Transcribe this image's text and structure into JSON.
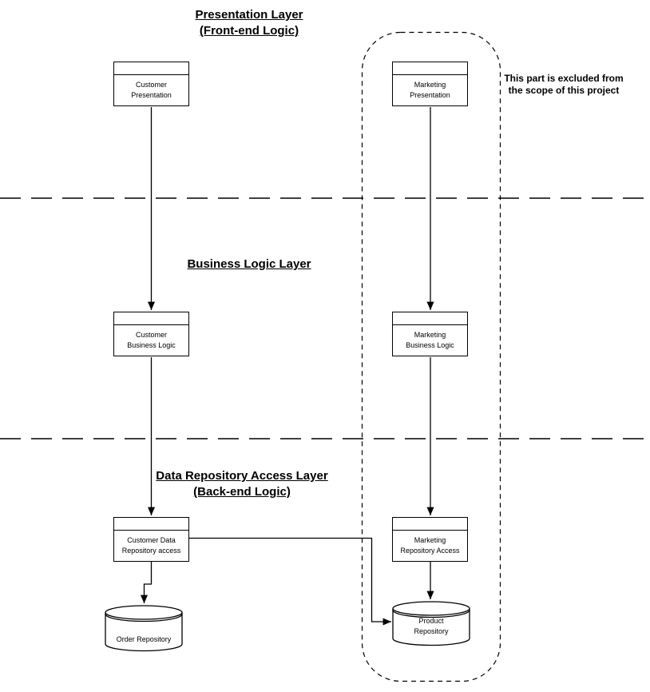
{
  "diagram": {
    "layers": [
      {
        "title": "Presentation Layer",
        "subtitle": "(Front-end Logic)"
      },
      {
        "title": "Business Logic Layer",
        "subtitle": ""
      },
      {
        "title": "Data Repository Access Layer",
        "subtitle": "(Back-end Logic)"
      }
    ],
    "note": "This part is excluded from the scope of this project",
    "nodes": {
      "customer_presentation": {
        "line1": "Customer",
        "line2": "Presentation"
      },
      "marketing_presentation": {
        "line1": "Marketing",
        "line2": "Presentation"
      },
      "customer_business_logic": {
        "line1": "Customer",
        "line2": "Business Logic"
      },
      "marketing_business_logic": {
        "line1": "Marketing",
        "line2": "Business Logic"
      },
      "customer_data_repository_access": {
        "line1": "Customer Data",
        "line2": "Repository access"
      },
      "marketing_repository_access": {
        "line1": "Marketing",
        "line2": "Repository Access"
      }
    },
    "repositories": {
      "order": {
        "label": "Order Repository"
      },
      "product": {
        "line1": "Product",
        "line2": "Repository"
      }
    },
    "colors": {
      "line": "#000000",
      "background": "#ffffff",
      "text": "#000000"
    }
  }
}
